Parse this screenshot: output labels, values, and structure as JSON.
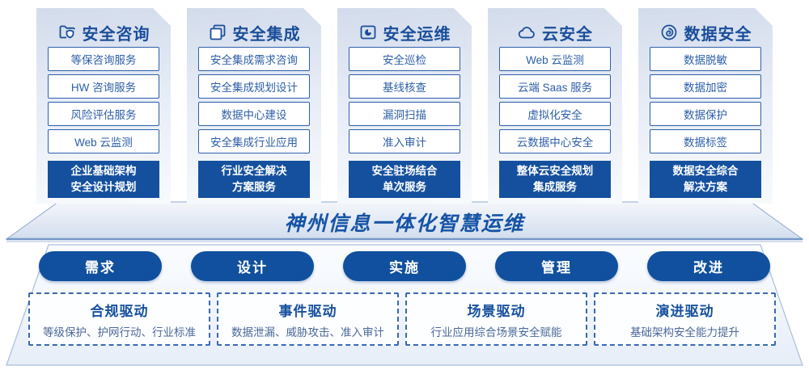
{
  "banner": {
    "title": "神州信息一体化智慧运维"
  },
  "columns": [
    {
      "id": "security-consulting",
      "title": "安全咨询",
      "icon": "folder-shield-icon",
      "items": [
        "等保咨询服务",
        "HW 咨询服务",
        "风险评估服务",
        "Web 云监测"
      ],
      "footer_lines": [
        "企业基础架构",
        "安全设计规划"
      ]
    },
    {
      "id": "security-integration",
      "title": "安全集成",
      "icon": "copy-docs-icon",
      "items": [
        "安全集成需求咨询",
        "安全集成规划设计",
        "数据中心建设",
        "安全集成行业应用"
      ],
      "footer_lines": [
        "行业安全解决",
        "方案服务"
      ]
    },
    {
      "id": "security-operations",
      "title": "安全运维",
      "icon": "monitor-gauge-icon",
      "items": [
        "安全巡检",
        "基线核查",
        "漏洞扫描",
        "准入审计"
      ],
      "footer_lines": [
        "安全驻场结合",
        "单次服务"
      ]
    },
    {
      "id": "cloud-security",
      "title": "云安全",
      "icon": "cloud-icon",
      "items": [
        "Web 云监测",
        "云端 Saas 服务",
        "虚拟化安全",
        "云数据中心安全"
      ],
      "footer_lines": [
        "整体云安全规划",
        "集成服务"
      ]
    },
    {
      "id": "data-security",
      "title": "数据安全",
      "icon": "fingerprint-icon",
      "items": [
        "数据脱敏",
        "数据加密",
        "数据保护",
        "数据标签"
      ],
      "footer_lines": [
        "数据安全综合",
        "解决方案"
      ]
    }
  ],
  "phases": [
    {
      "label": "需求"
    },
    {
      "label": "设计"
    },
    {
      "label": "实施"
    },
    {
      "label": "管理"
    },
    {
      "label": "改进"
    }
  ],
  "drivers": [
    {
      "title": "合规驱动",
      "desc": "等级保护、护网行动、行业标准"
    },
    {
      "title": "事件驱动",
      "desc": "数据泄漏、威胁攻击、准入审计"
    },
    {
      "title": "场景驱动",
      "desc": "行业应用综合场景安全赋能"
    },
    {
      "title": "演进驱动",
      "desc": "基础架构安全能力提升"
    }
  ],
  "colors": {
    "primary": "#14509E",
    "title_text": "#1A4E9A",
    "item_text": "#2D5FA8",
    "item_border": "#2E5FA9",
    "desc_text": "#4A6899",
    "banner_text": "#1553A5"
  }
}
